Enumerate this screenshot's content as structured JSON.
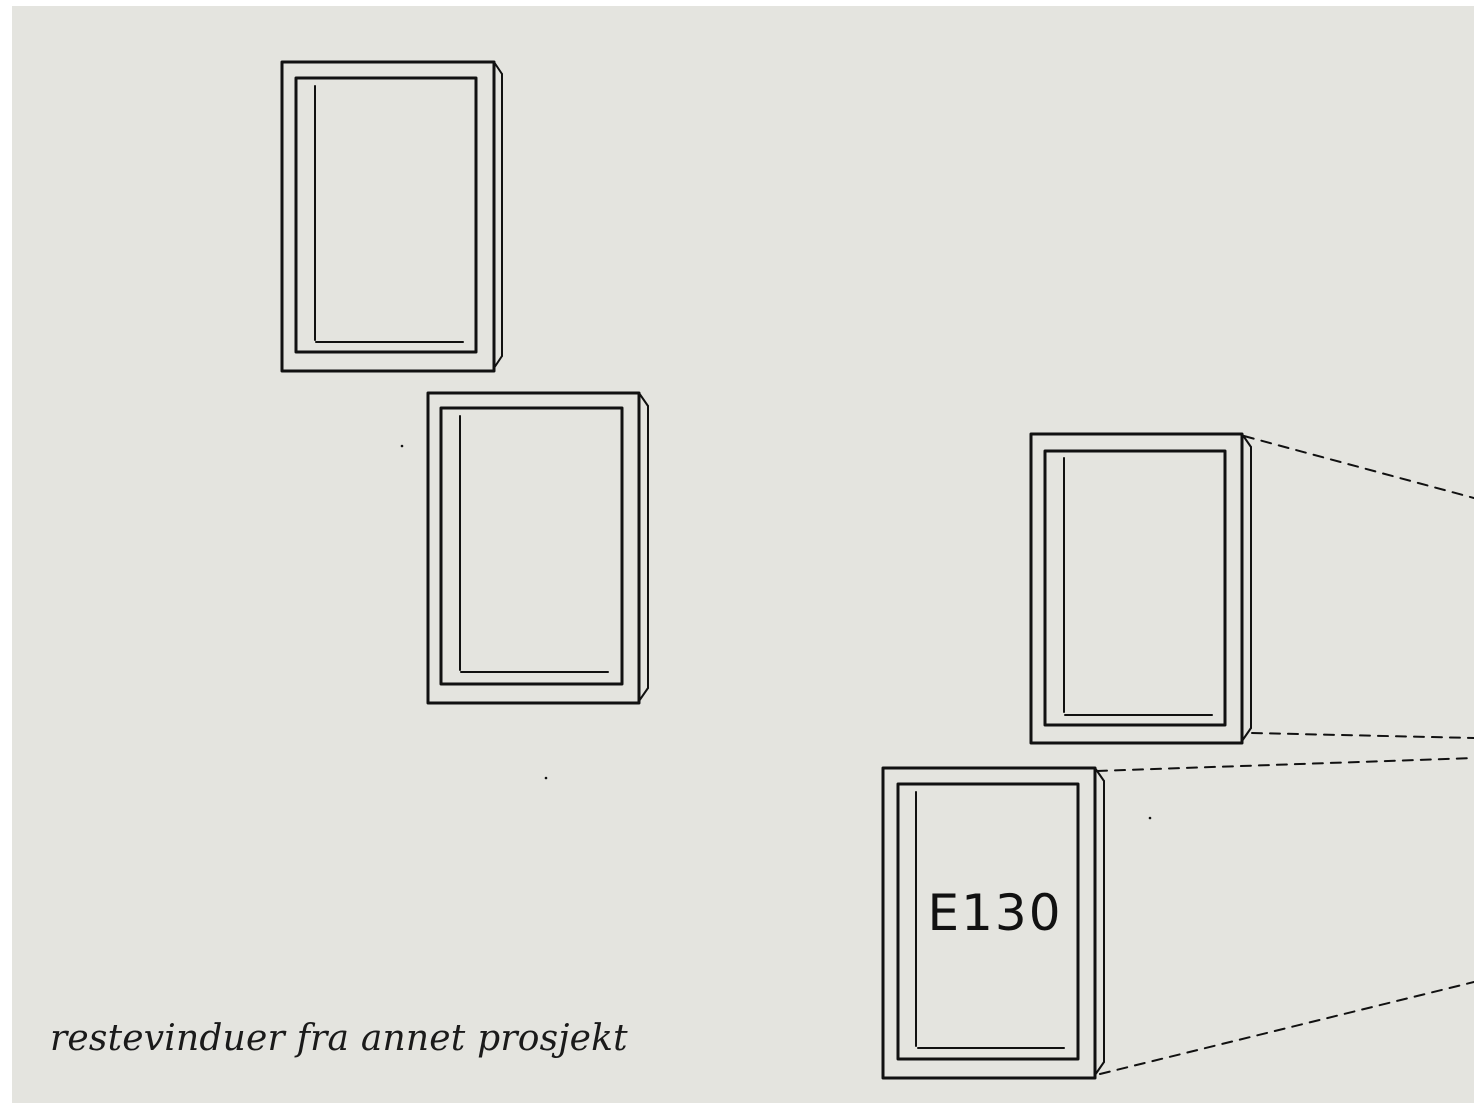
{
  "caption": "restevinduer fra annet prosjekt",
  "window_label": "E130",
  "colors": {
    "background": "#e4e4df",
    "ink": "#111111",
    "page": "#ffffff"
  },
  "elements": [
    "window-frame",
    "window-frame",
    "window-frame",
    "window-frame-labeled",
    "dashed-perspective-lines"
  ]
}
